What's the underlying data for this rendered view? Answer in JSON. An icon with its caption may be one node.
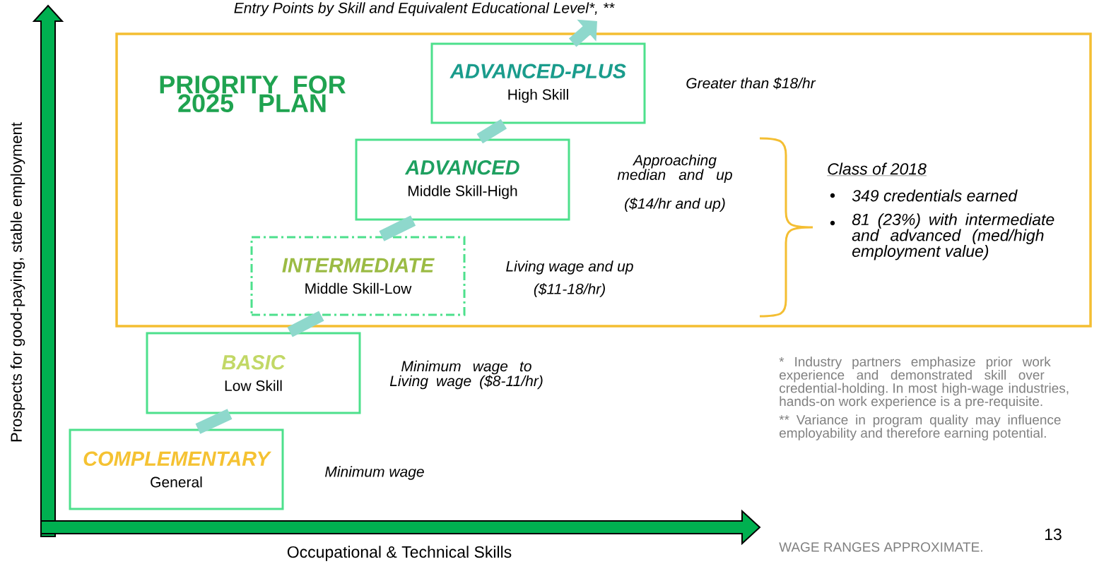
{
  "diagram": {
    "title": "Entry Points by Skill and Equivalent Educational Level*, **",
    "nodes": [
      {
        "text": [
          "PRIORITY FOR 2025 PLAN"
        ]
      },
      {
        "text": [
          "ADVANCED-PLUS",
          "High Skill"
        ],
        "in": 0,
        "beside": [
          "Greater than $18/hr"
        ]
      },
      {
        "text": [
          "ADVANCED",
          "Middle Skill-High"
        ],
        "in": 0,
        "beside": [
          "Approaching median and up",
          "($14/hr and up)"
        ]
      },
      {
        "text": [
          "INTERMEDIATE",
          "Middle Skill-Low"
        ],
        "in": 0,
        "beside": [
          "Living wage and up",
          "($11-18/hr)"
        ]
      },
      {
        "text": [
          "BASIC",
          "Low Skill"
        ],
        "beside": [
          "Minimum wage to Living wage ($8-11/hr)"
        ]
      },
      {
        "text": [
          "COMPLEMENTARY",
          "General"
        ],
        "beside": [
          "Minimum wage"
        ]
      }
    ],
    "edges": [
      {
        "from": 5,
        "to": 4,
        "arrow": "none"
      },
      {
        "from": 4,
        "to": 3,
        "arrow": "none"
      },
      {
        "from": 3,
        "to": 2,
        "arrow": "none"
      },
      {
        "from": 2,
        "to": 1,
        "arrow": "none"
      },
      {
        "from": 1,
        "to": null,
        "arrow": "to"
      }
    ],
    "labels": [
      "Prospects for good-paying, stable employment",
      "Class of 2018",
      "349 credentials earned",
      "81 (23%) with intermediate and advanced (med/high employment value)",
      "* Industry partners emphasize prior work experience and demonstrated skill over credential-holding. In most high-wage industries, hands-on work experience is a pre-requisite.",
      "** Variance in program quality may influence employability and therefore earning potential.",
      "13",
      "Occupational & Technical Skills",
      "WAGE RANGES APPROXIMATE."
    ]
  }
}
